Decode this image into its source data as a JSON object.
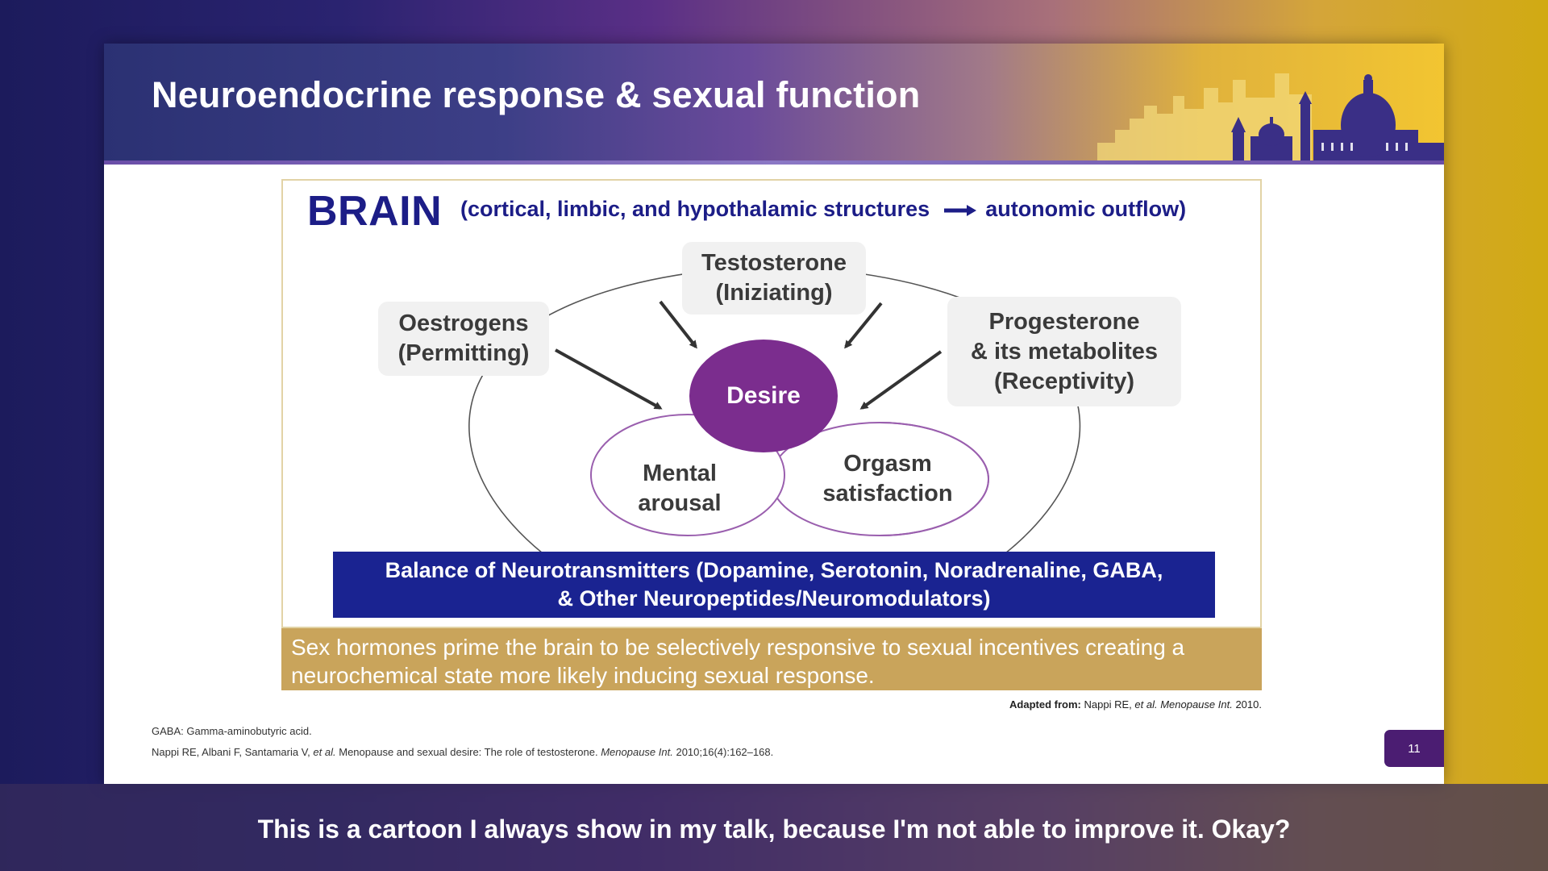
{
  "slide": {
    "title": "Neuroendocrine response & sexual function",
    "page_number": "11"
  },
  "diagram": {
    "brain_title": "BRAIN",
    "brain_subtitle_left": "(cortical, limbic, and hypothalamic structures",
    "brain_subtitle_right": "autonomic outflow)",
    "hormones": {
      "testosterone": {
        "line1": "Testosterone",
        "line2": "(Iniziating)"
      },
      "oestrogens": {
        "line1": "Oestrogens",
        "line2": "(Permitting)"
      },
      "progesterone": {
        "line1": "Progesterone",
        "line2": "& its metabolites",
        "line3": "(Receptivity)"
      }
    },
    "desire": "Desire",
    "mental_arousal": {
      "line1": "Mental",
      "line2": "arousal"
    },
    "orgasm": {
      "line1": "Orgasm",
      "line2": "satisfaction"
    },
    "neurotransmitters": {
      "line1": "Balance of Neurotransmitters (Dopamine, Serotonin, Noradrenaline, GABA,",
      "line2": "& Other Neuropeptides/Neuromodulators)"
    }
  },
  "note": {
    "line1": "Sex hormones prime the brain to be selectively responsive to sexual incentives creating a",
    "line2": "neurochemical state more likely inducing sexual response."
  },
  "source": {
    "label": "Adapted from:",
    "authors": "Nappi RE,",
    "etal": "et al.",
    "journal": "Menopause Int.",
    "year": "2010."
  },
  "footnotes": {
    "abbrev": "GABA: Gamma-aminobutyric acid.",
    "ref_authors": "Nappi RE, Albani F, Santamaria V,",
    "ref_etal": "et al.",
    "ref_title": "Menopause and sexual desire: The role of testosterone.",
    "ref_journal": "Menopause Int.",
    "ref_details": "2010;16(4):162–168."
  },
  "caption": "This is a cartoon I always show in my talk, because I'm not able to improve it. Okay?",
  "colors": {
    "brand_navy": "#1c1d87",
    "desire_purple": "#7b2d8e",
    "banner_blue": "#1a2391",
    "note_gold": "#c9a45b",
    "page_badge": "#4b1d72"
  }
}
